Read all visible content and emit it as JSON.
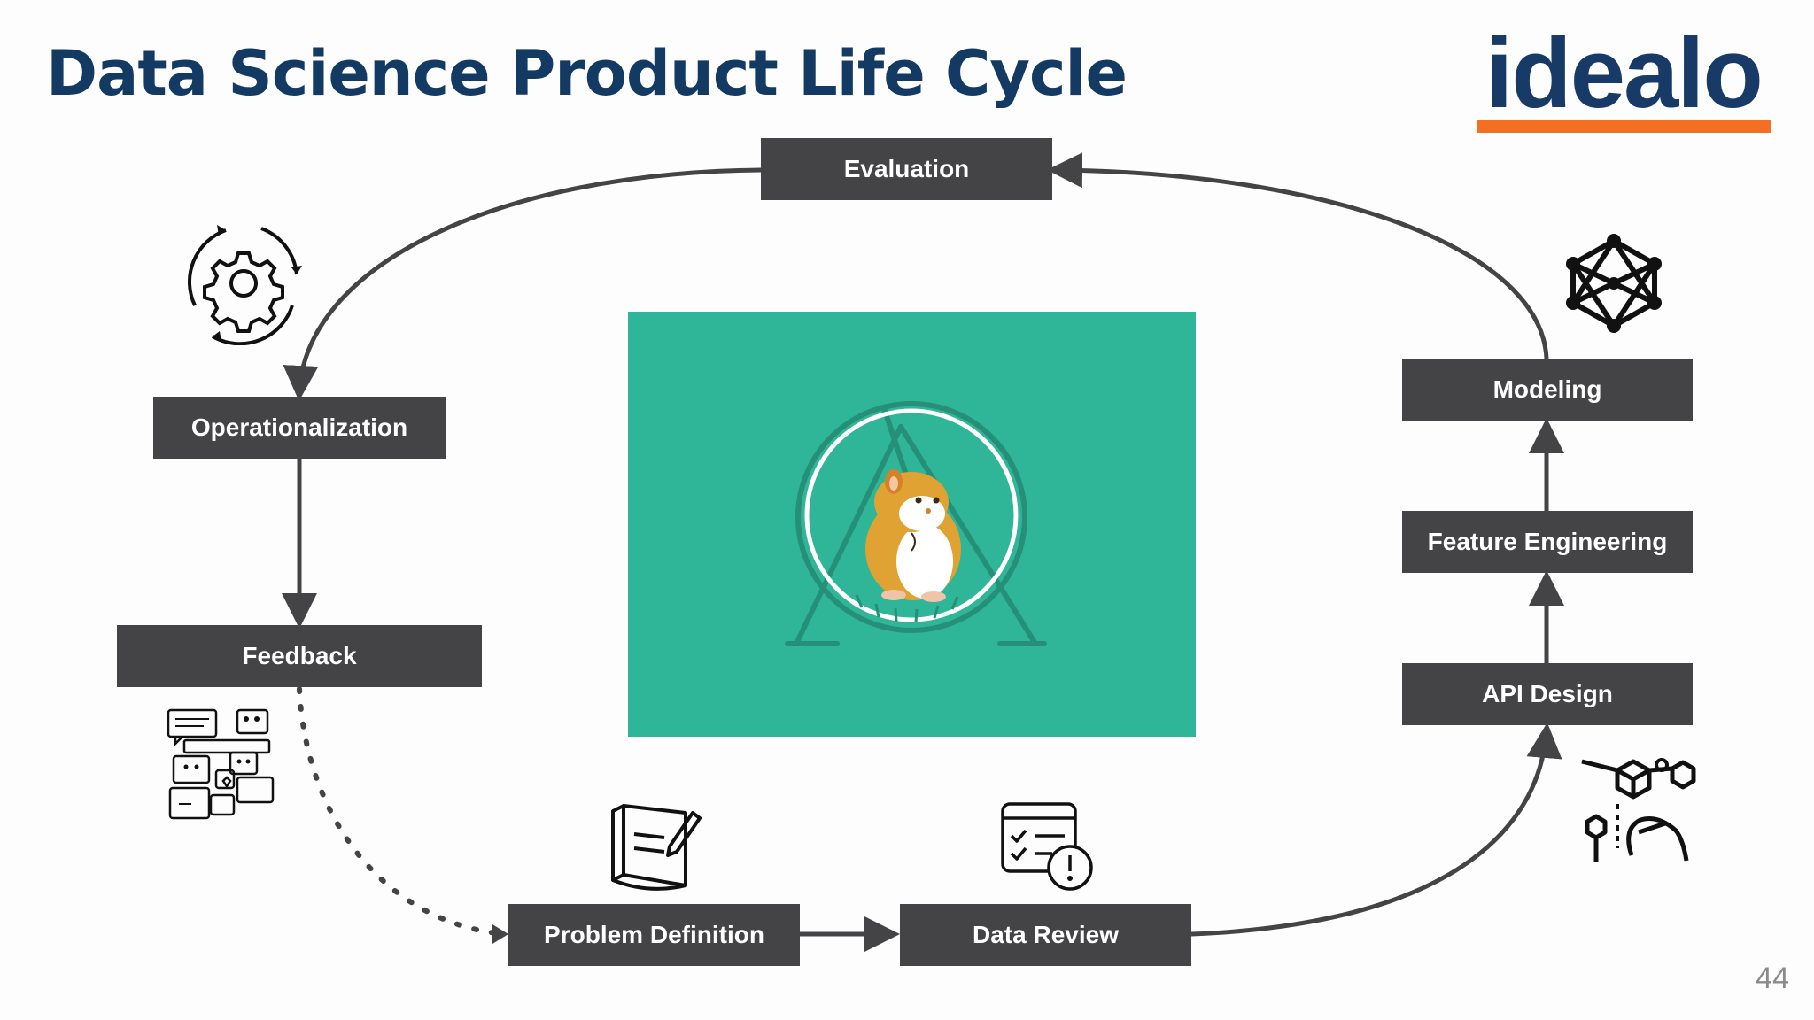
{
  "slide": {
    "title": "Data Science Product Life Cycle",
    "page_number": "44"
  },
  "logo": {
    "text": "idealo",
    "text_color": "#173a66",
    "bar_color": "#f36f21"
  },
  "stages": {
    "evaluation": "Evaluation",
    "operationalization": "Operationalization",
    "feedback": "Feedback",
    "problem_definition": "Problem Definition",
    "data_review": "Data Review",
    "api_design": "API Design",
    "feature_engineering": "Feature Engineering",
    "modeling": "Modeling"
  },
  "icons": {
    "operationalization": "gear-cycle-icon",
    "modeling": "neural-network-icon",
    "feedback": "feedback-chat-icon",
    "problem_definition": "notebook-pen-icon",
    "data_review": "checklist-alert-icon",
    "api_design": "cube-connections-icon",
    "center": "hamster-wheel-illustration"
  },
  "colors": {
    "box_background": "#444446",
    "box_text": "#ffffff",
    "title": "#133a62",
    "center_panel": "#2fb597",
    "hamster": "#e0a232"
  }
}
